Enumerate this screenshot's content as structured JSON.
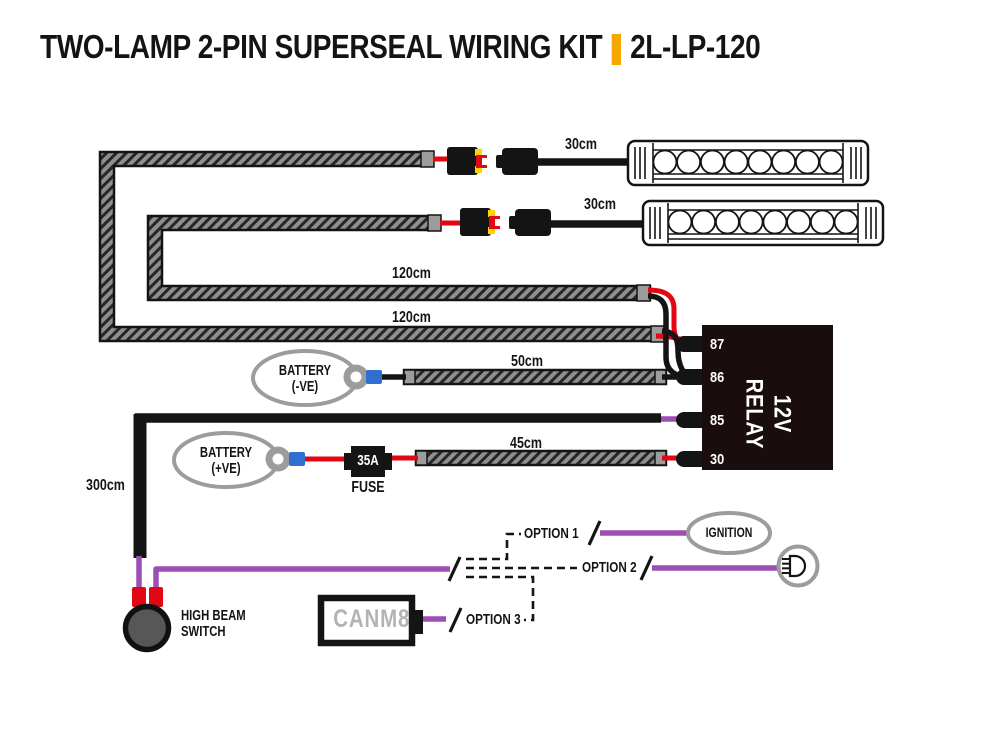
{
  "title": {
    "main": "TWO-LAMP 2-PIN SUPERSEAL WIRING KIT",
    "separator": "|",
    "code": "2L-LP-120"
  },
  "cables": {
    "lamp1_tail": "30cm",
    "lamp2_tail": "30cm",
    "lamp2_loop": "120cm",
    "lamp1_loop": "120cm",
    "battery_negative": "50cm",
    "battery_positive": "45cm",
    "switch_cable": "300cm"
  },
  "components": {
    "battery_negative": {
      "line1": "BATTERY",
      "line2": "(-VE)"
    },
    "battery_positive": {
      "line1": "BATTERY",
      "line2": "(+VE)"
    },
    "fuse": {
      "rating": "35A",
      "label": "FUSE"
    },
    "relay": {
      "label": "12V RELAY",
      "pins": [
        "87",
        "86",
        "85",
        "30"
      ]
    },
    "switch": {
      "line1": "HIGH BEAM",
      "line2": "SWITCH"
    },
    "canm8": {
      "label": "CANM8"
    },
    "ignition": {
      "label": "IGNITION"
    },
    "options": {
      "option1": "OPTION 1",
      "option2": "OPTION 2",
      "option3": "OPTION 3"
    }
  },
  "colors": {
    "accent": "#F7A800",
    "wire_red": "#E30613",
    "wire_purple": "#9B4EB4",
    "crimp_blue": "#2E6FD0",
    "relay_body": "#1A0D0E",
    "outline_gray": "#9C9C9C",
    "braid_gray": "#8F8F8F",
    "connector_yellow": "#FFD500"
  }
}
